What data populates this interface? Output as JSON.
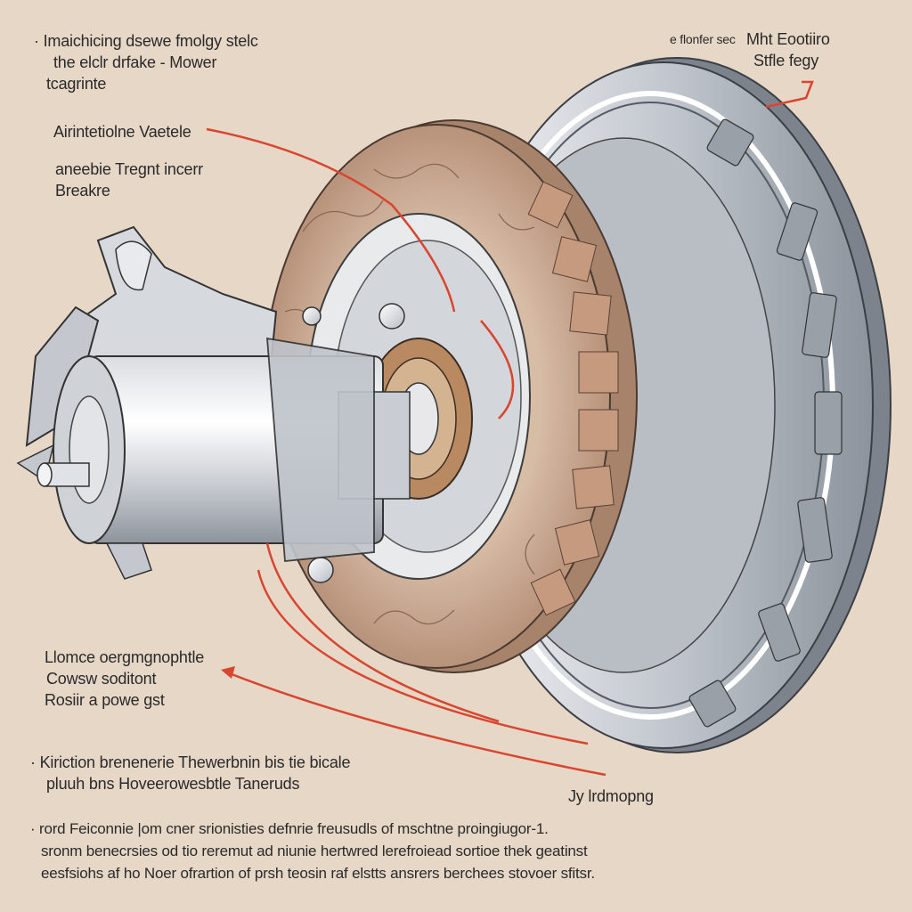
{
  "labels": {
    "top_left": [
      "Imaichicing dsewe fmolgy stelc",
      "the  elclr drfake - Mower",
      "tcagrinte"
    ],
    "upper_right_small": "e flonfer sec",
    "upper_right": [
      "Mht Eootiiro",
      "Stfle fegy"
    ],
    "air_valve": "Airintetiolne Vaetele",
    "brake": [
      "aneebie Tregnt incerr",
      "Breakre"
    ],
    "lower_left": [
      "Llomce oergmgnophtle",
      "Cowsw soditont",
      "Rosiir a powe gst"
    ],
    "friction": [
      "Kiriction brenenerie  Thewerbnin bis tie bicale",
      "pluuh bns Hoveerowesbtle Taneruds"
    ],
    "bottom_right": "Jy lrdmopng",
    "footer": [
      "rord Feiconnie |om cner srionisties defnrie freusudls of mschtne proingiugor-1.",
      "sronm benecrsies od tio reremut ad niunie hertwred lerefroiead sortioe thek geatinst",
      "eesfsiohs af ho Noer ofrartion of prsh teosin raf elstts ansrers berchees stovoer sfitsr."
    ]
  },
  "colors": {
    "background": "#e7d7c7",
    "leader_line": "#d9452e",
    "pad": "#c8a58b",
    "metal": "#c9cdd4"
  },
  "icons": [
    "brake-rotor-icon",
    "brake-pad-icon",
    "caliper-icon",
    "piston-cylinder-icon"
  ]
}
